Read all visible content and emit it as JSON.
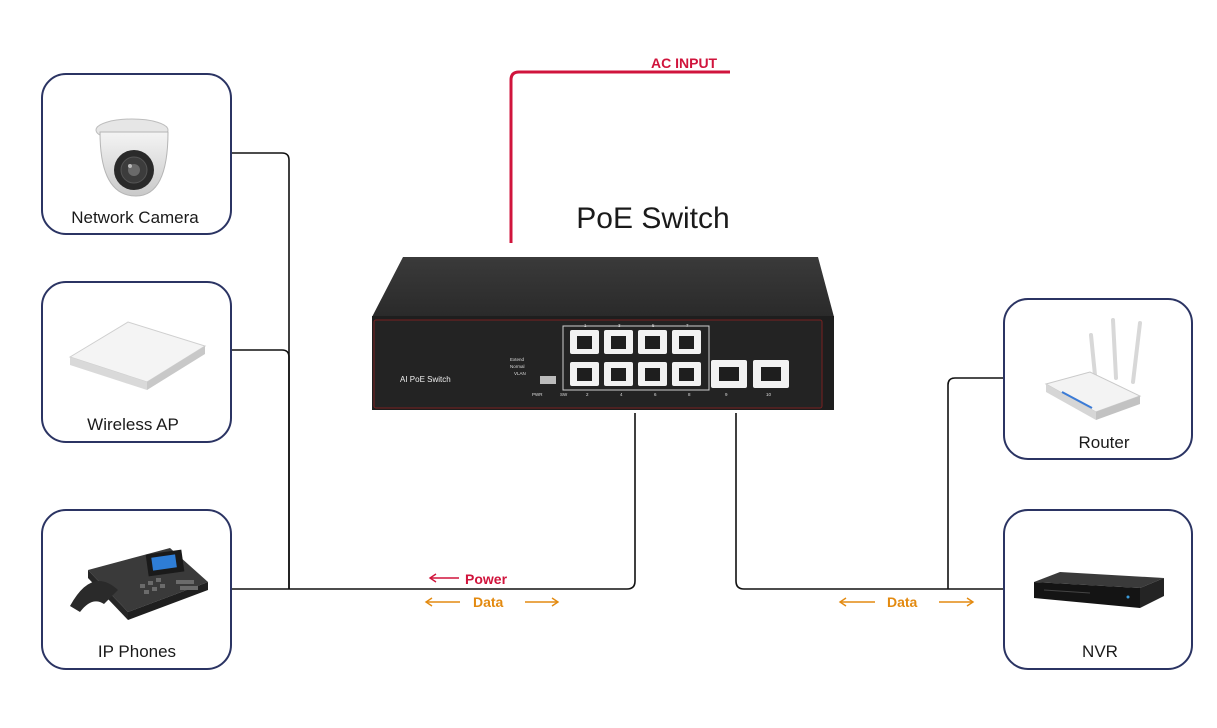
{
  "colors": {
    "power": "#d0143c",
    "data": "#e38a10",
    "wire": "#111111",
    "box_border": "#2b3463",
    "switch_body": "#2a2a2a"
  },
  "title": "PoE Switch",
  "ac_input": "AC INPUT",
  "switch_face": {
    "model_label": "AI PoE Switch",
    "mode_labels": [
      "Extend",
      "Normal",
      "VLAN"
    ],
    "pwr_label": "PWR",
    "sw_label": "SW",
    "port_numbers_top": [
      "1",
      "3",
      "5",
      "7"
    ],
    "port_numbers_bottom": [
      "2",
      "4",
      "6",
      "8"
    ],
    "uplink_numbers": [
      "9",
      "10"
    ]
  },
  "devices": {
    "network_camera": {
      "label": "Network Camera",
      "icon": "dome-camera-icon"
    },
    "wireless_ap": {
      "label": "Wireless AP",
      "icon": "access-point-icon"
    },
    "ip_phones": {
      "label": "IP Phones",
      "icon": "ip-phone-icon"
    },
    "router": {
      "label": "Router",
      "icon": "router-icon"
    },
    "nvr": {
      "label": "NVR",
      "icon": "nvr-icon"
    }
  },
  "legend_left": {
    "power": "Power",
    "data": "Data"
  },
  "legend_right": {
    "data": "Data"
  }
}
